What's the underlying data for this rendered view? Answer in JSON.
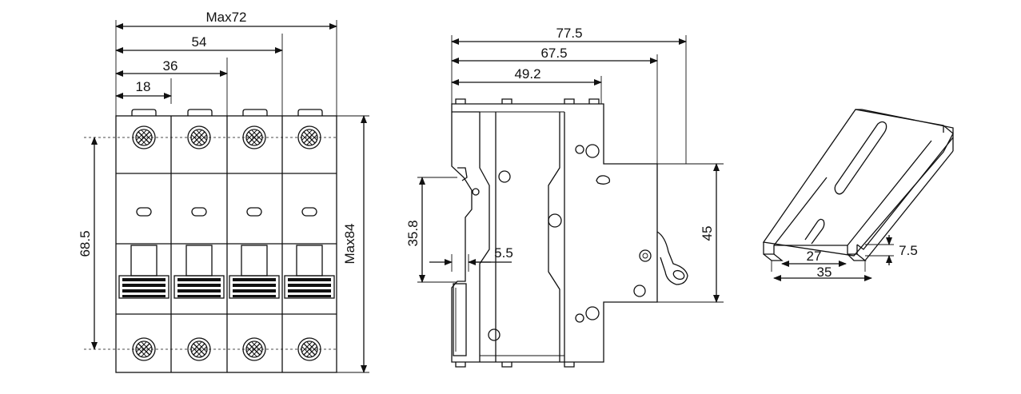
{
  "front_view": {
    "dimensions": {
      "width_max": "Max72",
      "width_3p": "54",
      "width_2p": "36",
      "width_1p": "18",
      "height_max": "Max84",
      "terminal_pitch": "68.5"
    },
    "poles": 4
  },
  "side_view": {
    "dimensions": {
      "depth_total": "77.5",
      "depth_toggle": "67.5",
      "depth_front": "49.2",
      "rail_height": "35.8",
      "rail_offset": "5.5",
      "front_height": "45"
    }
  },
  "din_rail": {
    "dimensions": {
      "inner_width": "27",
      "outer_width": "35",
      "depth": "7.5"
    }
  }
}
